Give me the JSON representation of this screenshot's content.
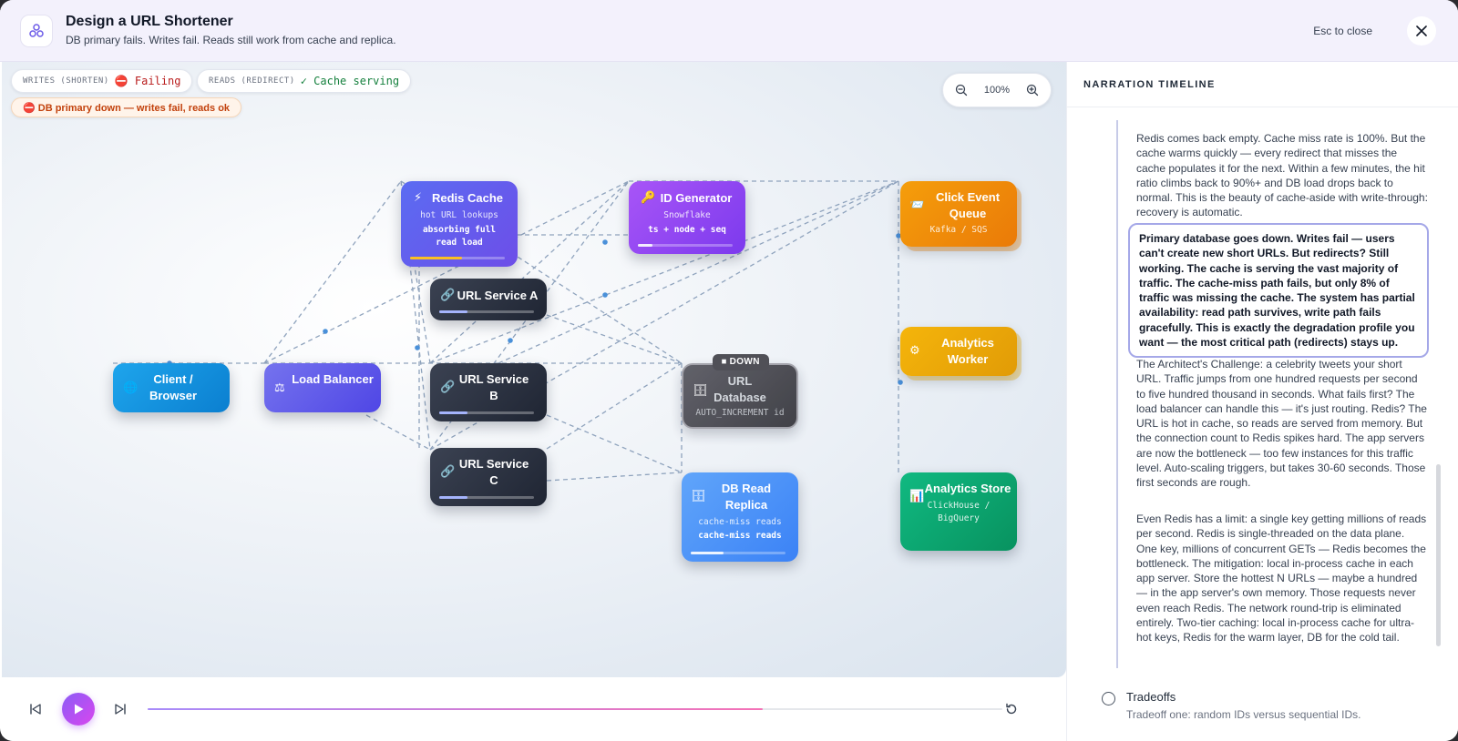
{
  "header": {
    "title": "Design a URL Shortener",
    "subtitle": "DB primary fails. Writes fail. Reads still work from cache and replica.",
    "esc_hint": "Esc to close"
  },
  "status": {
    "writes_label": "WRITES (SHORTEN)",
    "writes_value": "⛔ Failing",
    "reads_label": "READS (REDIRECT)",
    "reads_value": "✓ Cache serving",
    "alert": "⛔ DB primary down — writes fail, reads ok",
    "colors": {
      "failing": "#b91c1c",
      "ok": "#15803d",
      "alert": "#c2410c"
    }
  },
  "zoom": {
    "level": "100%"
  },
  "nodes": {
    "client": {
      "icon": "🌐",
      "title": "Client / Browser"
    },
    "lb": {
      "icon": "⚖",
      "title": "Load Balancer"
    },
    "redis": {
      "icon": "⚡",
      "title": "Redis Cache",
      "sub": "hot URL lookups",
      "stat": "absorbing full read load",
      "load": 0.55
    },
    "idgen": {
      "icon": "🔑",
      "title": "ID Generator",
      "sub": "Snowflake",
      "stat": "ts + node + seq",
      "load": 0.15
    },
    "svcA": {
      "icon": "🔗",
      "title": "URL Service A",
      "load": 0.3
    },
    "svcB": {
      "icon": "🔗",
      "title": "URL Service B",
      "load": 0.3
    },
    "svcC": {
      "icon": "🔗",
      "title": "URL Service C",
      "load": 0.3
    },
    "db": {
      "icon": "🗄",
      "title": "URL Database",
      "sub": "AUTO_INCREMENT id",
      "badge": "⏹ DOWN"
    },
    "replica": {
      "icon": "🗄",
      "title": "DB Read Replica",
      "sub": "cache-miss reads",
      "stat": "cache-miss reads",
      "load": 0.35
    },
    "queue": {
      "icon": "📨",
      "title": "Click Event Queue",
      "sub": "Kafka / SQS"
    },
    "worker": {
      "icon": "⚙",
      "title": "Analytics Worker"
    },
    "store": {
      "icon": "📊",
      "title": "Analytics Store",
      "sub": "ClickHouse / BigQuery"
    }
  },
  "player": {
    "progress": 0.72
  },
  "panel": {
    "title": "NARRATION TIMELINE",
    "paragraphs": [
      "Redis comes back empty. Cache miss rate is 100%. But the cache warms quickly — every redirect that misses the cache populates it for the next. Within a few minutes, the hit ratio climbs back to 90%+ and DB load drops back to normal. This is the beauty of cache-aside with write-through: recovery is automatic.",
      "Primary database goes down. Writes fail — users can't create new short URLs. But redirects? Still working. The cache is serving the vast majority of traffic. The cache-miss path fails, but only 8% of traffic was missing the cache. The system has partial availability: read path survives, write path fails gracefully. This is exactly the degradation profile you want — the most critical path (redirects) stays up.",
      "The Architect's Challenge: a celebrity tweets your short URL. Traffic jumps from one hundred requests per second to five hundred thousand in seconds. What fails first? The load balancer can handle this — it's just routing. Redis? The URL is hot in cache, so reads are served from memory. But the connection count to Redis spikes hard. The app servers are now the bottleneck — too few instances for this traffic level. Auto-scaling triggers, but takes 30-60 seconds. Those first seconds are rough.",
      "Even Redis has a limit: a single key getting millions of reads per second. Redis is single-threaded on the data plane. One key, millions of concurrent GETs — Redis becomes the bottleneck. The mitigation: local in-process cache in each app server. Store the hottest N URLs — maybe a hundred — in the app server's own memory. Those requests never even reach Redis. The network round-trip is eliminated entirely. Two-tier caching: local in-process cache for ultra-hot keys, Redis for the warm layer, DB for the cold tail."
    ],
    "next_step": {
      "title": "Tradeoffs",
      "desc": "Tradeoff one: random IDs versus sequential IDs."
    }
  }
}
